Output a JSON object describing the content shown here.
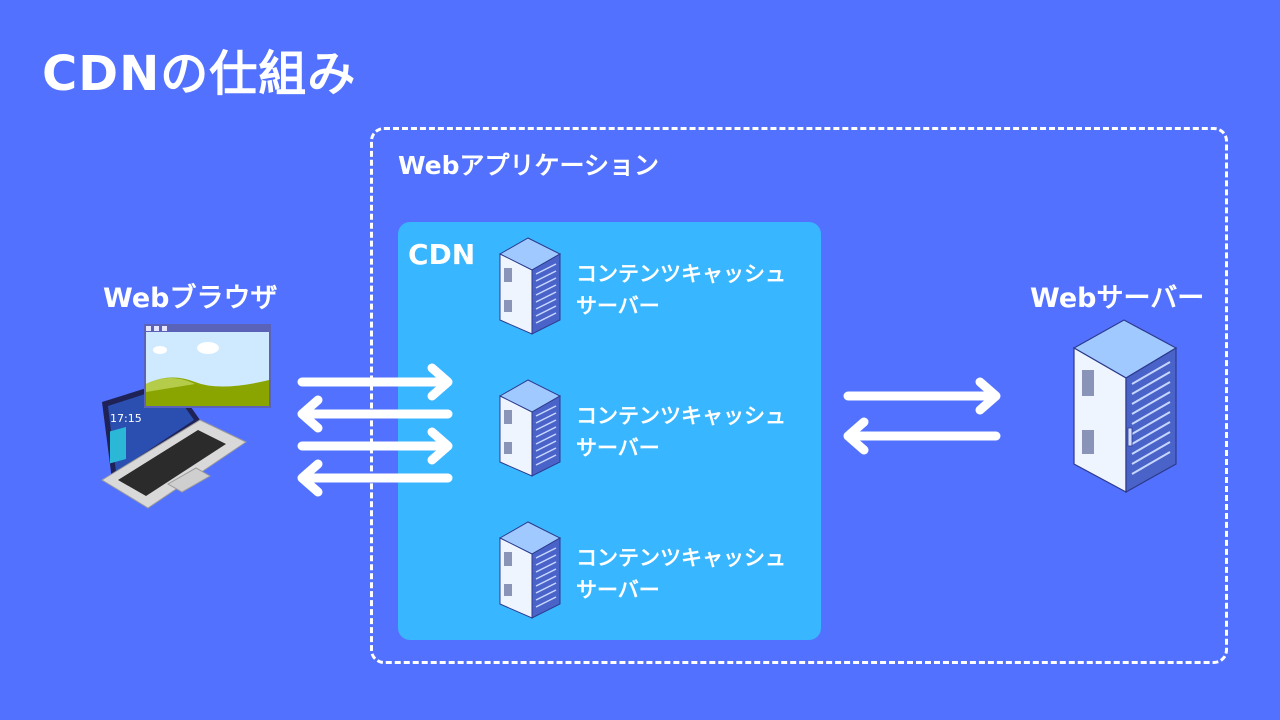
{
  "title": "CDNの仕組み",
  "webapp": {
    "label": "Webアプリケーション"
  },
  "cdn": {
    "label": "CDN",
    "servers": [
      {
        "line1": "コンテンツキャッシュ",
        "line2": "サーバー"
      },
      {
        "line1": "コンテンツキャッシュ",
        "line2": "サーバー"
      },
      {
        "line1": "コンテンツキャッシュ",
        "line2": "サーバー"
      }
    ]
  },
  "browser": {
    "label": "Webブラウザ",
    "clock": "17:15"
  },
  "webserver": {
    "label": "Webサーバー"
  },
  "arrows": {
    "browser_cdn": [
      "right",
      "left",
      "right",
      "left"
    ],
    "cdn_webserver": [
      "right",
      "left"
    ]
  },
  "colors": {
    "background": "#5271ff",
    "cdn_box": "#38b6ff",
    "text": "#ffffff"
  }
}
